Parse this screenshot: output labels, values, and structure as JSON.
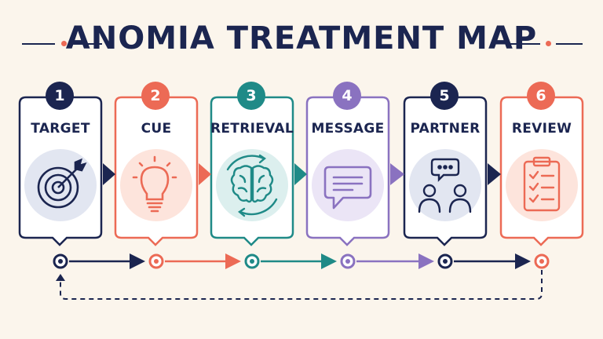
{
  "title": "ANOMIA TREATMENT MAP",
  "colors": {
    "background": "#fbf5ec",
    "navy": "#1b2550",
    "coral": "#ec6a55",
    "teal": "#1f8a87",
    "purple": "#8a72c0",
    "coral_fill": "#fde4dc",
    "navy_fill": "#e2e6f1",
    "teal_fill": "#dcefee",
    "purple_fill": "#ebe5f6"
  },
  "steps": [
    {
      "number": "1",
      "label": "TARGET",
      "icon": "target-icon"
    },
    {
      "number": "2",
      "label": "CUE",
      "icon": "lightbulb-icon"
    },
    {
      "number": "3",
      "label": "RETRIEVAL",
      "icon": "brain-icon"
    },
    {
      "number": "4",
      "label": "MESSAGE",
      "icon": "speech-bubble-icon"
    },
    {
      "number": "5",
      "label": "PARTNER",
      "icon": "conversation-partners-icon"
    },
    {
      "number": "6",
      "label": "REVIEW",
      "icon": "checklist-clipboard-icon"
    }
  ],
  "loop": "dashed-return-arrow"
}
